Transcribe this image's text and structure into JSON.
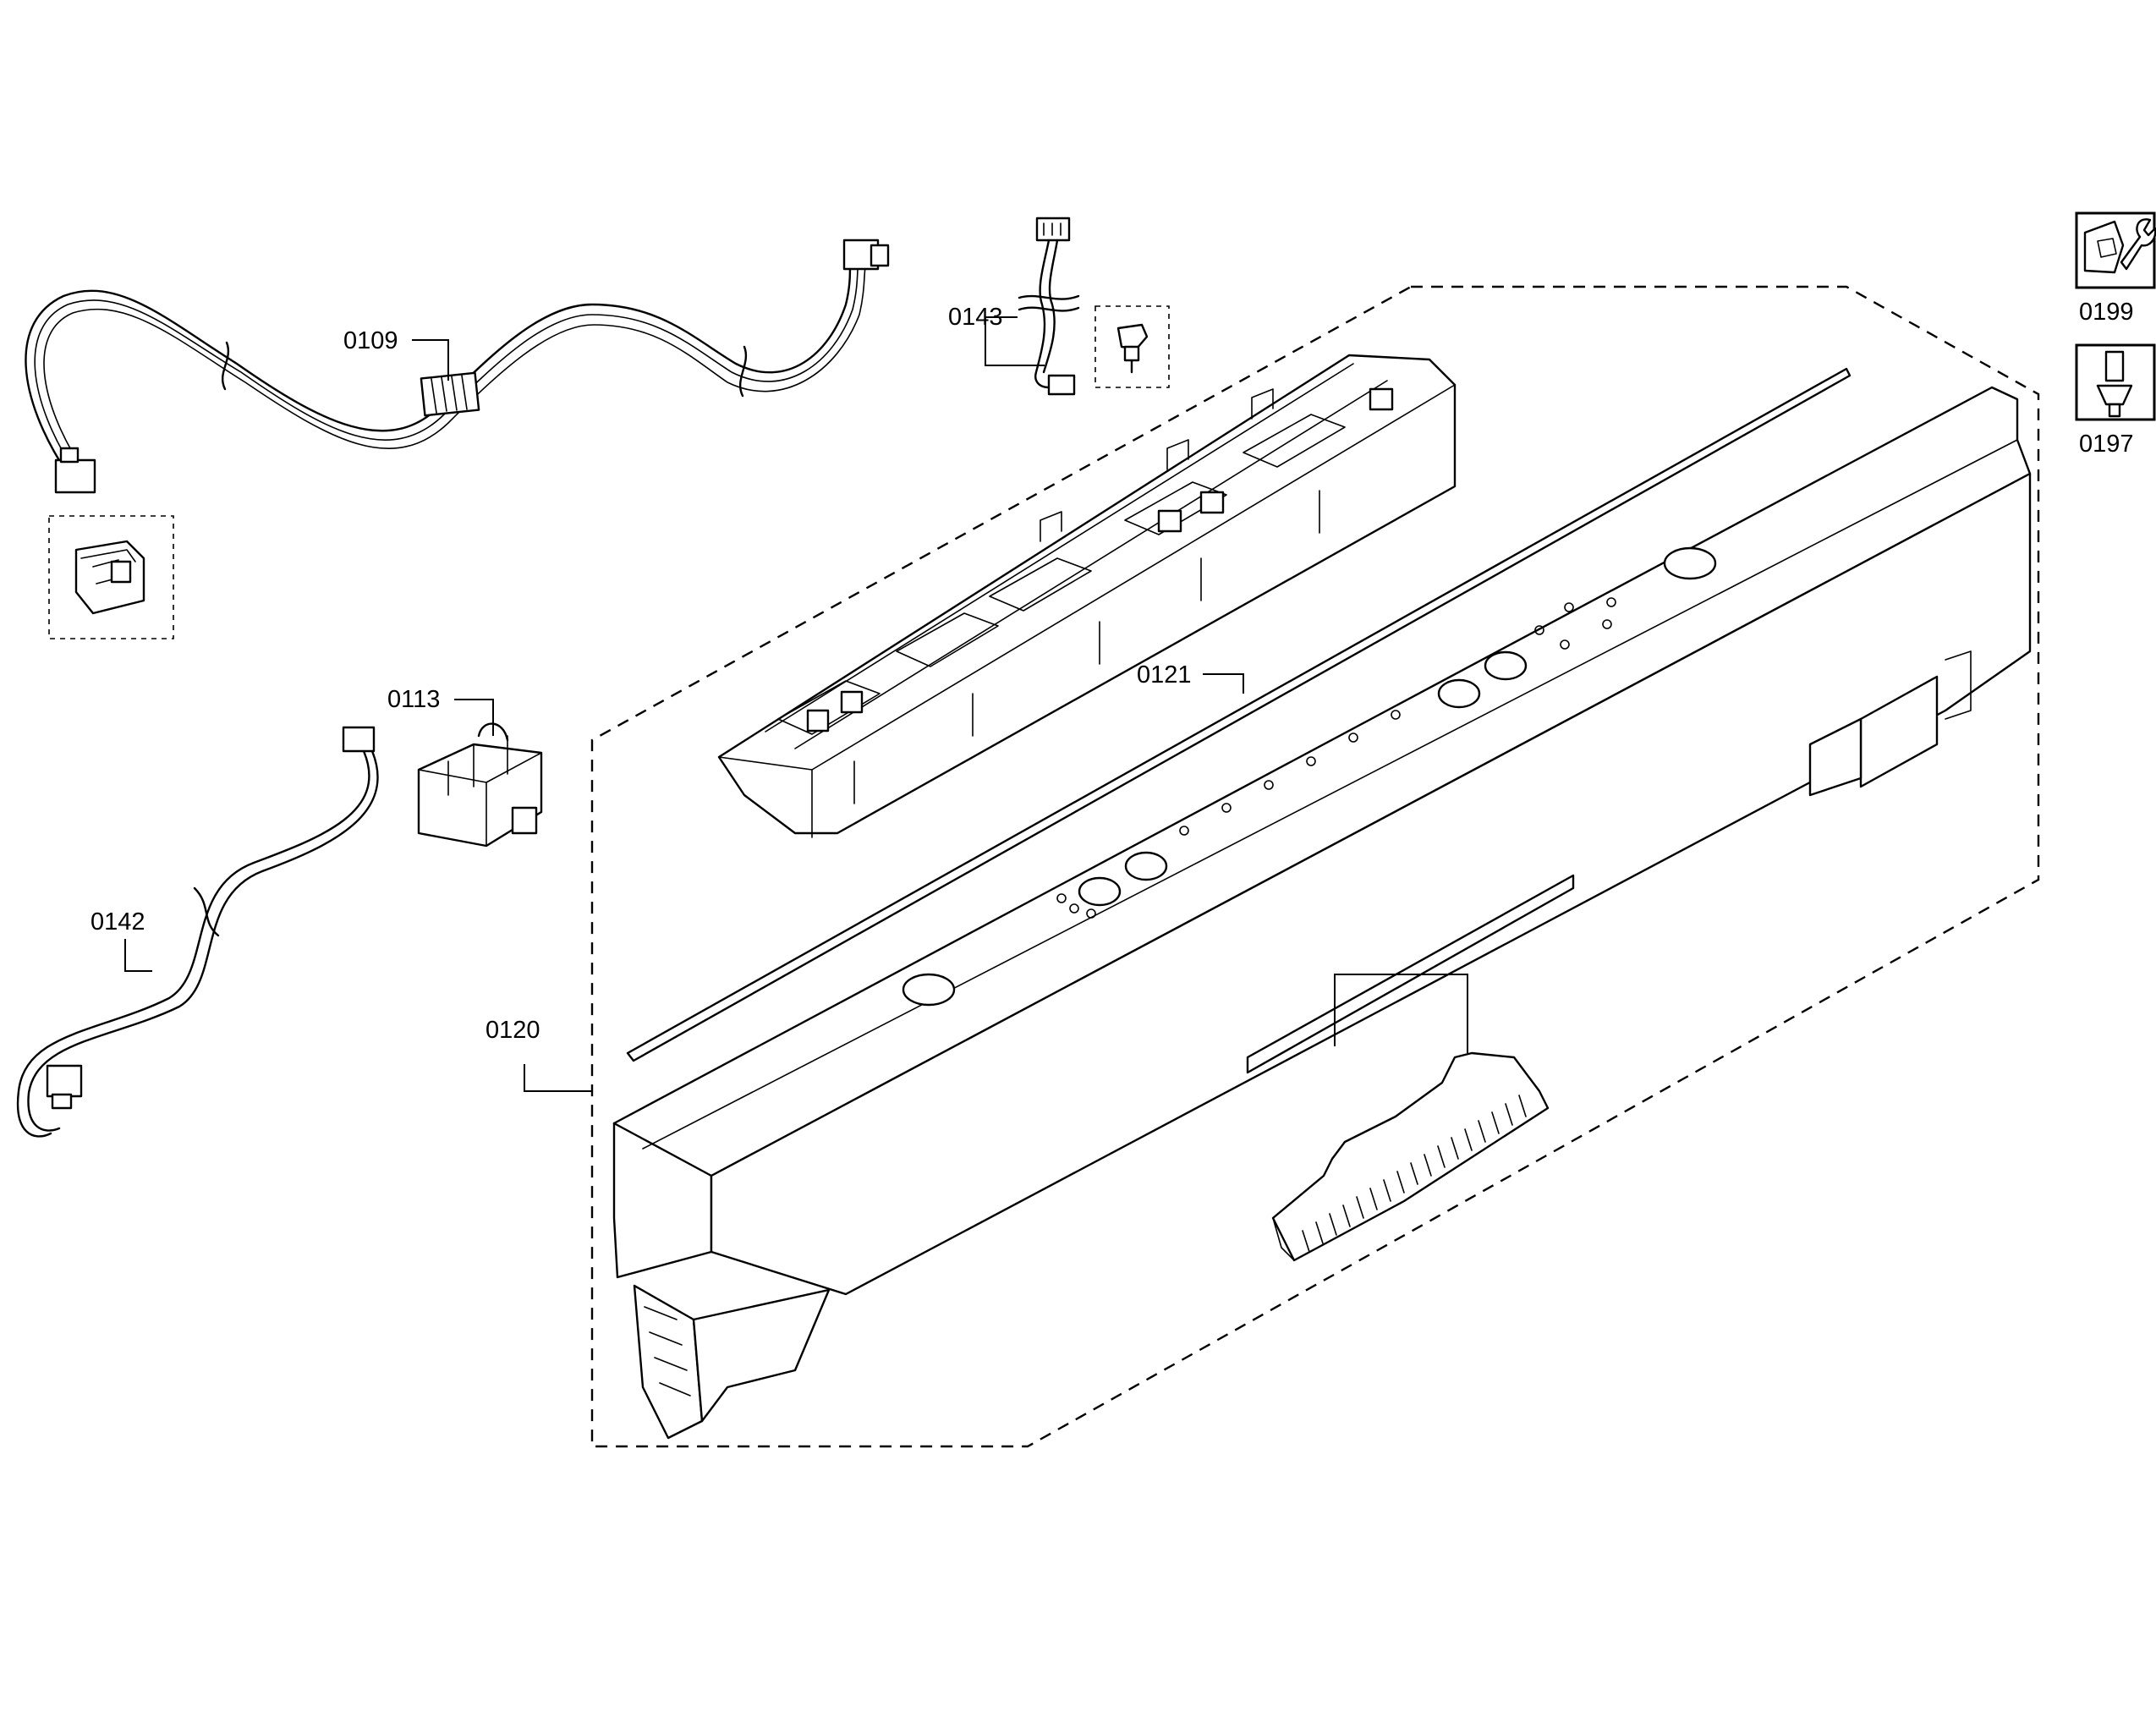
{
  "diagram": {
    "type": "exploded-parts-diagram",
    "labels": {
      "p0109": "0109",
      "p0143": "0143",
      "p0113": "0113",
      "p0121": "0121",
      "p0142": "0142",
      "p0120": "0120",
      "p0199": "0199",
      "p0197": "0197"
    },
    "icons": {
      "p0199": "nut-and-wrench-icon",
      "p0197": "screwdriver-icon"
    },
    "colors": {
      "ink": "#000000",
      "background": "#ffffff"
    }
  }
}
